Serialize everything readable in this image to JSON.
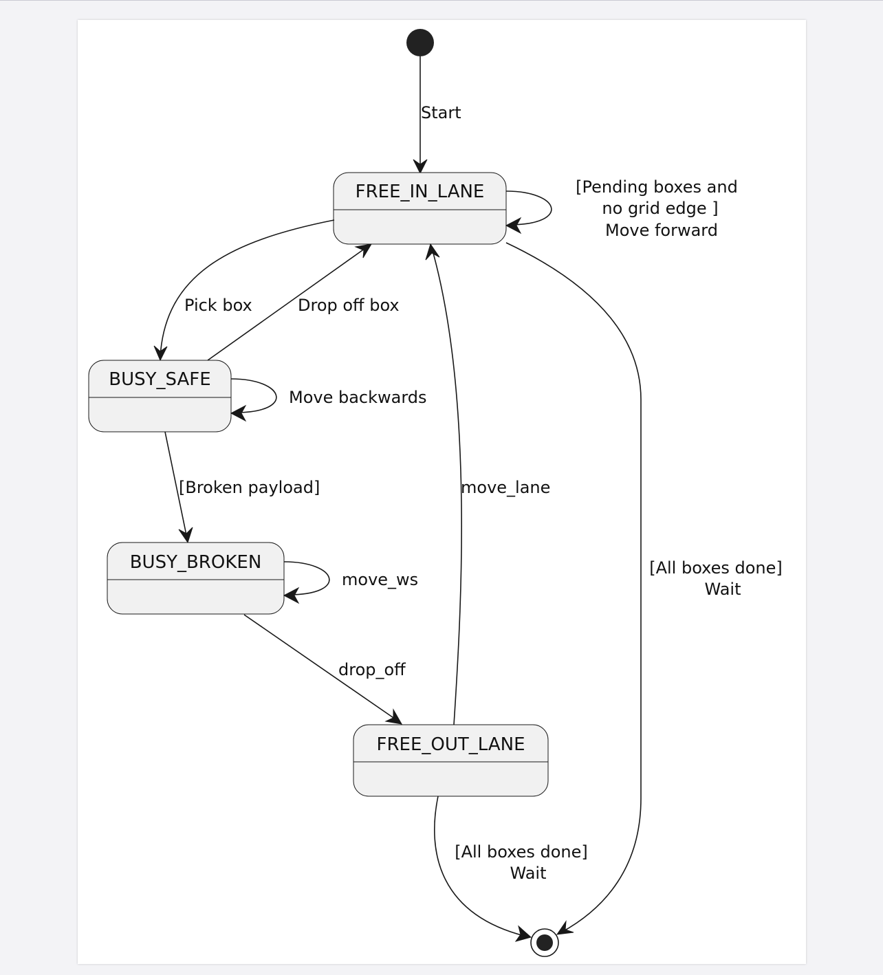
{
  "diagram": {
    "states": {
      "free_in_lane": "FREE_IN_LANE",
      "busy_safe": "BUSY_SAFE",
      "busy_broken": "BUSY_BROKEN",
      "free_out_lane": "FREE_OUT_LANE"
    },
    "transitions": {
      "start": "Start",
      "pending_line1": "[Pending boxes and",
      "pending_line2": "no grid edge ]",
      "pending_line3": "Move forward",
      "pick_box": "Pick box",
      "drop_off_box": "Drop off box",
      "move_backwards": "Move backwards",
      "broken_payload": "[Broken payload]",
      "move_ws": "move_ws",
      "drop_off": "drop_off",
      "move_lane": "move_lane",
      "in_all_done_line1": "[All boxes done]",
      "in_all_done_line2": "Wait",
      "out_all_done_line1": "[All boxes done]",
      "out_all_done_line2": "Wait"
    }
  }
}
